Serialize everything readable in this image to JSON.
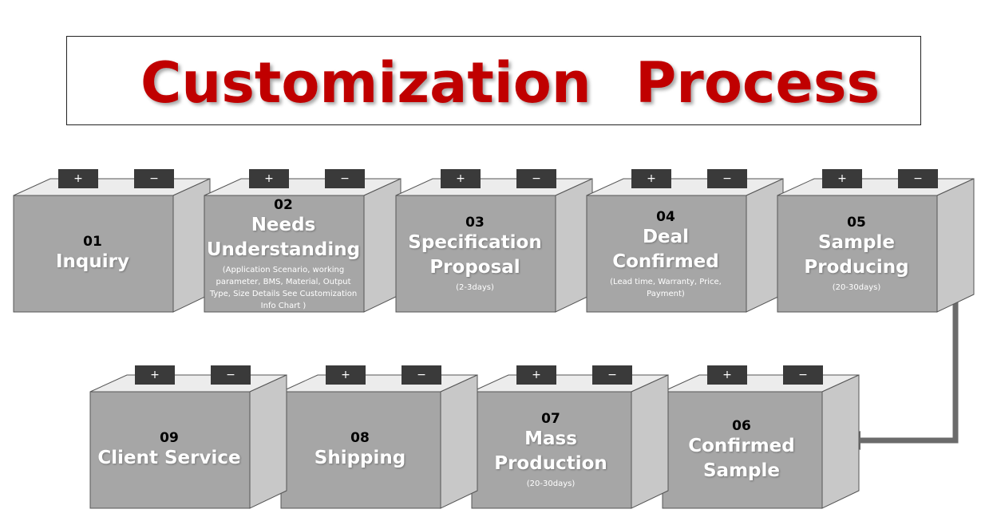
{
  "title": {
    "word1": "Customization",
    "word2": "Process"
  },
  "terminals": {
    "plus": "+",
    "minus": "−"
  },
  "steps": [
    {
      "num": "01",
      "name": "Inquiry",
      "note": ""
    },
    {
      "num": "02",
      "name": "Needs\nUnderstanding",
      "note": "(Application Scenario, working parameter, BMS, Material, Output Type, Size   Details See Customization Info Chart )"
    },
    {
      "num": "03",
      "name": "Specification\nProposal",
      "note": "(2-3days)"
    },
    {
      "num": "04",
      "name": "Deal Confirmed",
      "note": "(Lead time, Warranty, Price, Payment)"
    },
    {
      "num": "05",
      "name": "Sample\nProducing",
      "note": "(20-30days)"
    },
    {
      "num": "06",
      "name": "Confirmed\nSample",
      "note": ""
    },
    {
      "num": "07",
      "name": "Mass\nProduction",
      "note": "(20-30days)"
    },
    {
      "num": "08",
      "name": "Shipping",
      "note": ""
    },
    {
      "num": "09",
      "name": "Client Service",
      "note": ""
    }
  ],
  "colors": {
    "title": "#c00000",
    "face": "#a6a6a6",
    "side": "#c8c8c8",
    "top": "#ececec",
    "terminal": "#3a3a3a",
    "arrow": "#6b6b6b"
  }
}
